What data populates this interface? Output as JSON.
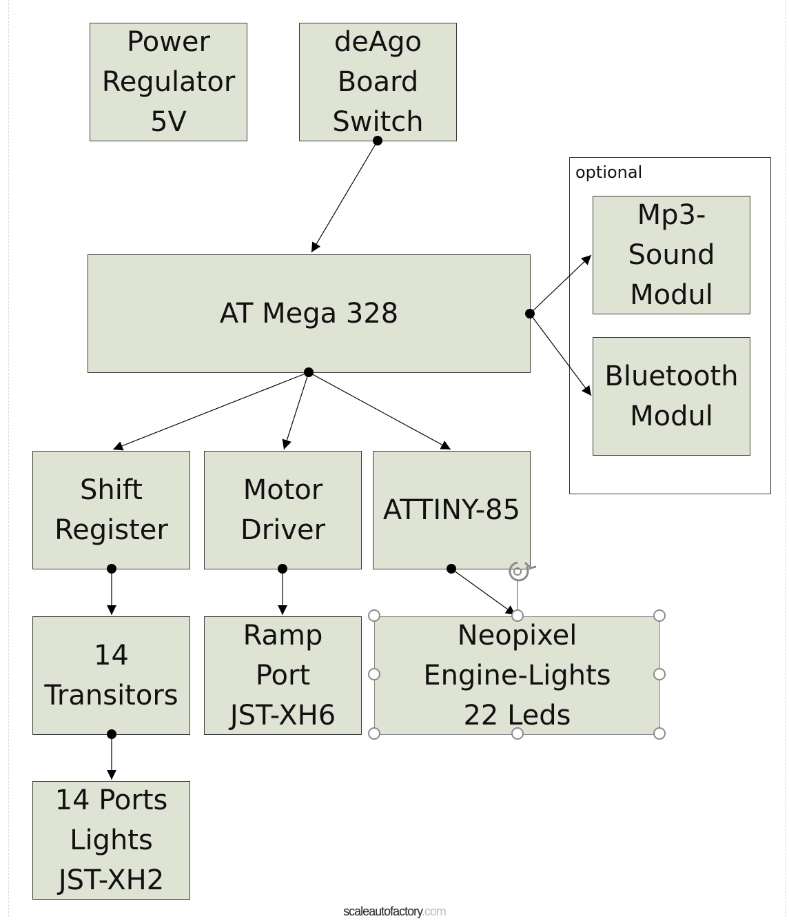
{
  "blocks": {
    "power_regulator": "Power\nRegulator\n5V",
    "deago_switch": "deAgo\nBoard\nSwitch",
    "atmega": "AT Mega 328",
    "mp3": "Mp3-\nSound\nModul",
    "bluetooth": "Bluetooth\nModul",
    "shift_register": "Shift\nRegister",
    "motor_driver": "Motor\nDriver",
    "attiny": "ATTINY-85",
    "transistors": "14\nTransitors",
    "ramp_port": "Ramp\nPort\nJST-XH6",
    "neopixel": "Neopixel\nEngine-Lights\n22 Leds",
    "ports_lights": "14 Ports\nLights\nJST-XH2"
  },
  "group": {
    "label": "optional"
  },
  "watermark": {
    "name": "scaleautofactory",
    "tld": ".com"
  },
  "colors": {
    "block_fill": "#dfe3d3",
    "border": "#3a3a3a",
    "handle": "#8a8a8a"
  }
}
